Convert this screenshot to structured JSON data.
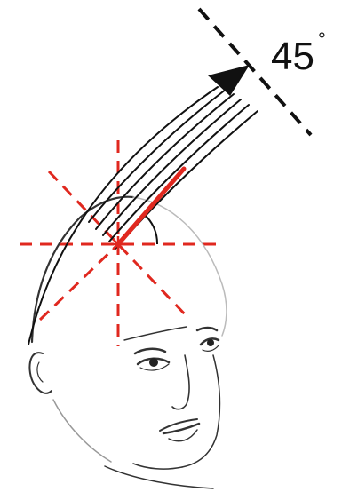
{
  "diagram": {
    "angle_label": "45",
    "angle_unit": "°",
    "angle_value_deg": 45,
    "colors": {
      "guide_lines": "#e0281f",
      "elevation_line": "#e0281f",
      "hair_strands": "#111111",
      "face_outline": "#333333",
      "dashed_reference": "#111111"
    },
    "icons": [
      "head-outline",
      "hair-section-strands",
      "direction-arrow",
      "radial-guide-star"
    ]
  }
}
